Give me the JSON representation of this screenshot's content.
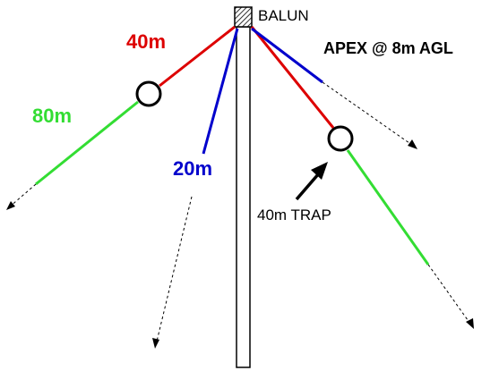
{
  "labels": {
    "balun": "BALUN",
    "apex": "APEX @ 8m AGL",
    "band_40m": "40m",
    "band_80m": "80m",
    "band_20m": "20m",
    "trap": "40m TRAP"
  },
  "colors": {
    "band_40m": "#dd0000",
    "band_80m": "#33dd33",
    "band_20m": "#0000cc",
    "mast": "#000000",
    "guide": "#000000"
  }
}
